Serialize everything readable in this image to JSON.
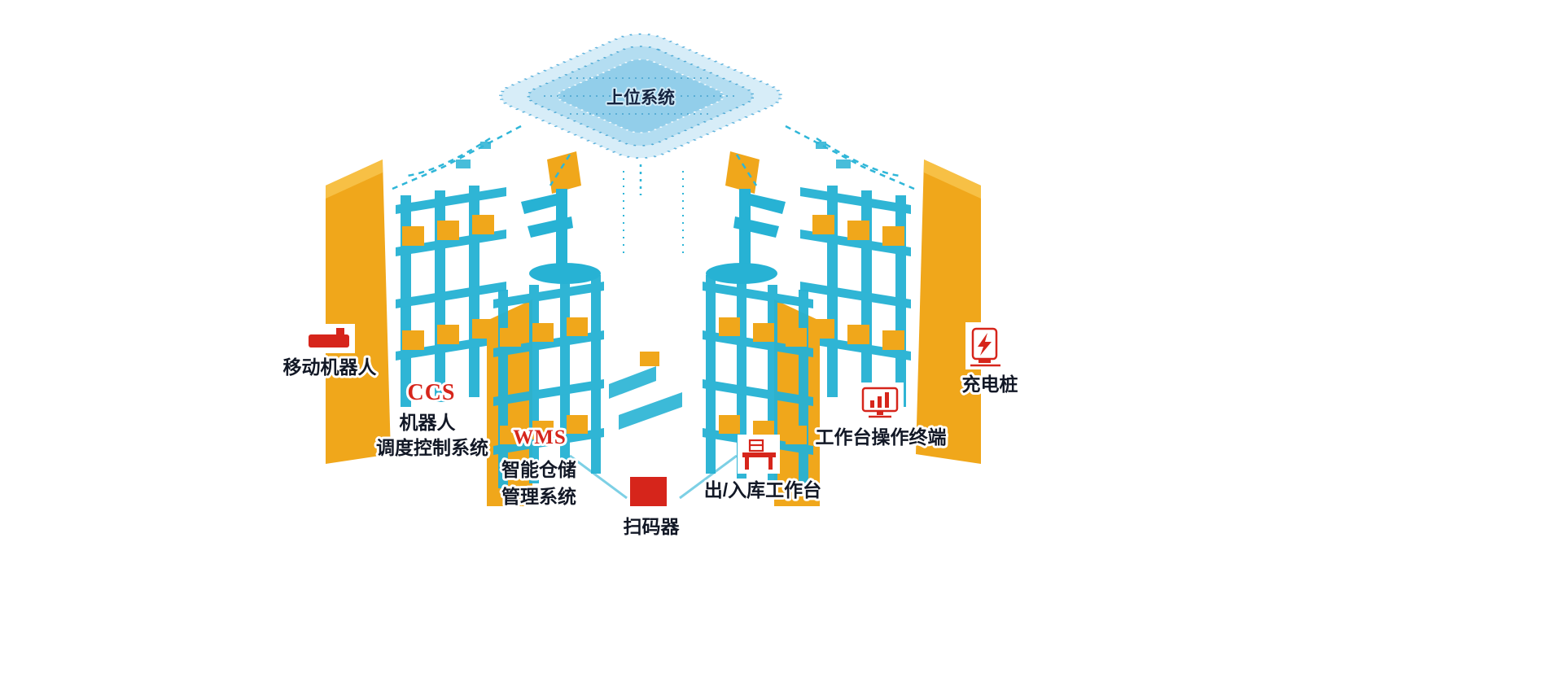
{
  "platform": {
    "title": "上位系统"
  },
  "nodes": {
    "mobile_robot": {
      "label": "移动机器人",
      "icon": "mobile-robot-icon"
    },
    "ccs": {
      "abbr": "CCS",
      "line1": "机器人",
      "line2": "调度控制系统"
    },
    "wms": {
      "abbr": "WMS",
      "line1": "智能仓储",
      "line2": "管理系统"
    },
    "scanner": {
      "label": "扫码器",
      "icon": "scanner-icon"
    },
    "workstation": {
      "label": "出/入库工作台",
      "icon": "workstation-icon"
    },
    "terminal": {
      "label": "工作台操作终端",
      "icon": "terminal-icon"
    },
    "charger": {
      "label": "充电桩",
      "icon": "charging-pile-icon"
    }
  },
  "colors": {
    "cyan": "#27b2d4",
    "orange": "#f0a71b",
    "platform_blue": "#8ccbe9",
    "red": "#d6251b",
    "label_text": "#121826"
  }
}
